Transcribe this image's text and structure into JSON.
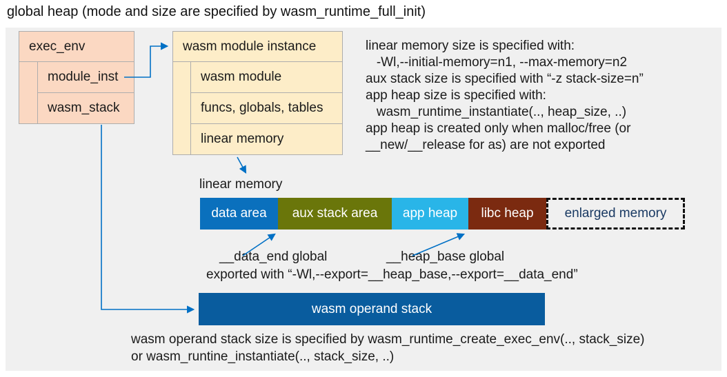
{
  "title": "global heap (mode and size are specified by wasm_runtime_full_init)",
  "exec_env": {
    "header": "exec_env",
    "rows": [
      "module_inst",
      "wasm_stack"
    ]
  },
  "module_instance": {
    "header": "wasm module instance",
    "rows": [
      "wasm module",
      "funcs, globals, tables",
      "linear memory"
    ]
  },
  "notes_right": "linear memory size is specified with:\n   -Wl,--initial-memory=n1, --max-memory=n2\naux stack size is specified with “-z stack-size=n”\napp heap size is specified with:\n   wasm_runtime_instantiate(.., heap_size, ..)\napp heap is created only when malloc/free (or\n__new/__release for as) are not exported",
  "linear_memory": {
    "label": "linear memory",
    "segments": [
      {
        "label": "data area",
        "color": "#0a70bd",
        "text_color": "#ffffff"
      },
      {
        "label": "aux stack area",
        "color": "#6a760a",
        "text_color": "#ffffff"
      },
      {
        "label": "app heap",
        "color": "#29b5e8",
        "text_color": "#ffffff"
      },
      {
        "label": "libc heap",
        "color": "#7b2a10",
        "text_color": "#ffffff"
      },
      {
        "label": "enlarged memory",
        "color": "#ffffff",
        "text_color": "#1a3a63"
      }
    ]
  },
  "annotations": {
    "data_end": "__data_end global",
    "heap_base": "__heap_base global",
    "exported": "exported with “-Wl,--export=__heap_base,--export=__data_end”"
  },
  "operand_stack": {
    "label": "wasm operand stack"
  },
  "notes_bottom": "wasm operand stack size is specified by wasm_runtime_create_exec_env(.., stack_size)\nor wasm_runtine_instantiate(.., stack_size, ..)",
  "colors": {
    "panel_background": "#f0f0f0",
    "exec_env_fill": "#fbd8c2",
    "module_instance_fill": "#fdedc8",
    "box_border": "#adadad",
    "arrow_blue": "#0070c5",
    "operand_stack_fill": "#095c9e",
    "enlarged_border": "#111111",
    "text": "#1a1a1a"
  }
}
